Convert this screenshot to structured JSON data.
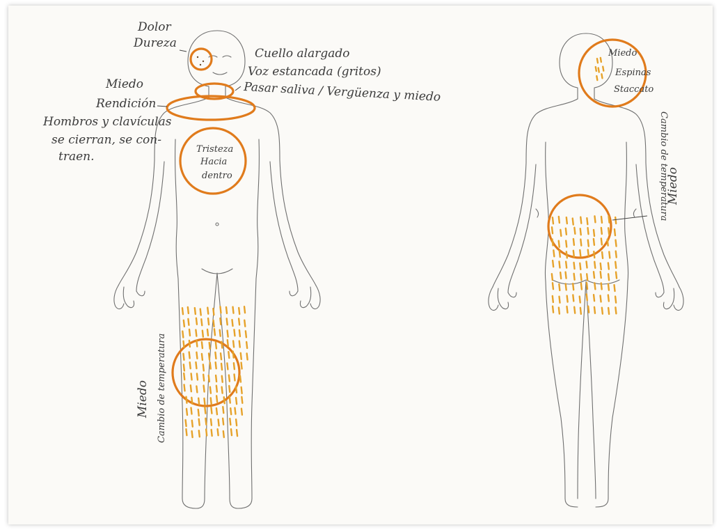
{
  "colors": {
    "accent_orange": "#e07b1c",
    "dash_orange": "#e6a22a",
    "pen": "#3b3b3b"
  },
  "front": {
    "labels": {
      "dolor": "Dolor",
      "dureza": "Dureza",
      "cuello_alargado": "Cuello alargado",
      "voz_estancada": "Voz estancada (gritos)",
      "pasar_saliva": "Pasar saliva / Vergüenza y miedo",
      "miedo": "Miedo",
      "rendicion": "Rendición",
      "hombros_1": "Hombros y clavículas",
      "hombros_2": "se cierran, se con-",
      "hombros_3": "traen.",
      "tristeza_1": "Tristeza",
      "tristeza_2": "Hacia",
      "tristeza_3": "dentro",
      "legs_miedo": "Miedo",
      "legs_cambio": "Cambio de temperatura",
      "legs_cambio_small": "Cambio de temperatura"
    }
  },
  "back": {
    "labels": {
      "miedo": "Miedo",
      "espinas": "Espinas",
      "staccato": "Staccato",
      "cambio_temperatura": "Cambio de temperatura",
      "cambio_miedo": "Miedo"
    }
  }
}
